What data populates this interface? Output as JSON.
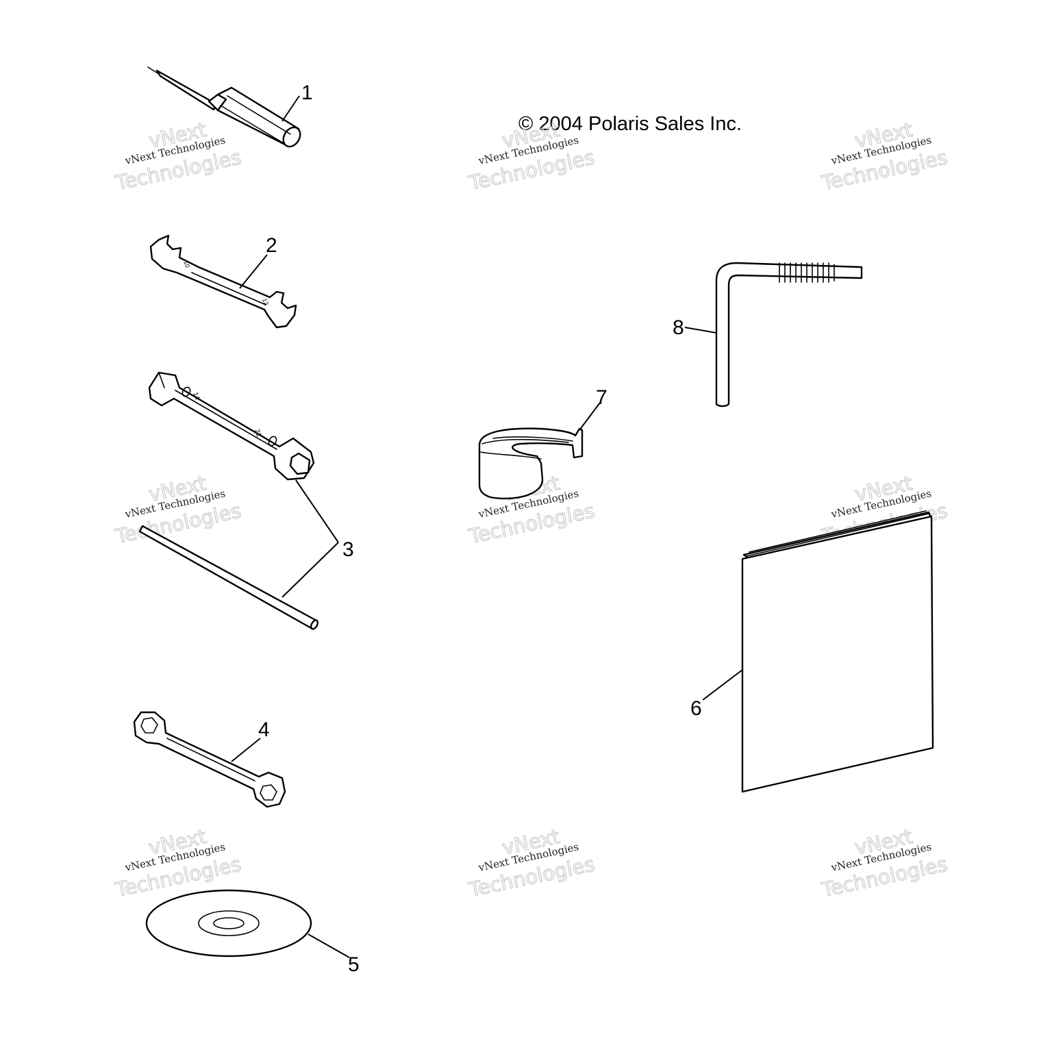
{
  "copyright": "© 2004 Polaris Sales Inc.",
  "watermark": {
    "brand": "vNext",
    "line": "vNext Technologies",
    "word": "Technologies"
  },
  "callouts": [
    "1",
    "2",
    "3",
    "4",
    "5",
    "6",
    "7",
    "8"
  ],
  "parts": [
    {
      "callout": "1",
      "icon": "screwdriver-icon"
    },
    {
      "callout": "2",
      "icon": "open-end-wrench-icon"
    },
    {
      "callout": "3",
      "icon": "spark-plug-socket-wrench-with-bar-icon"
    },
    {
      "callout": "4",
      "icon": "box-end-wrench-icon"
    },
    {
      "callout": "5",
      "icon": "cd-disc-icon"
    },
    {
      "callout": "6",
      "icon": "owners-manual-icon"
    },
    {
      "callout": "7",
      "icon": "tether-strap-icon"
    },
    {
      "callout": "8",
      "icon": "hex-key-icon"
    }
  ],
  "tool_markings": {
    "wrench_2_end_a": "10",
    "wrench_2_end_b": "12",
    "socket_end_a": "14",
    "socket_end_b": "21"
  }
}
